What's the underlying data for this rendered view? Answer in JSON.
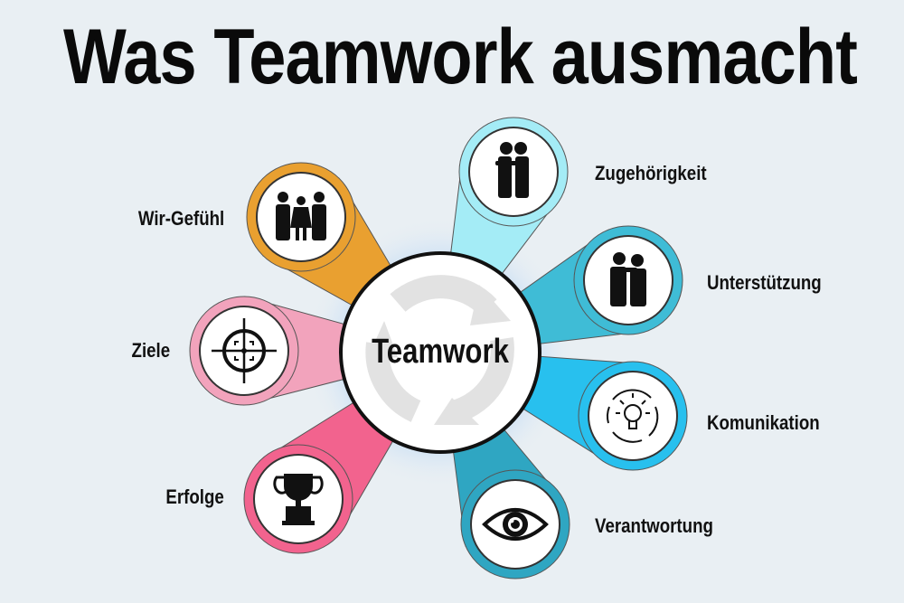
{
  "title": "Was Teamwork ausmacht",
  "center": {
    "label": "Teamwork",
    "icon": "recycle-arrows-icon"
  },
  "items": [
    {
      "label": "Wir-Gefühl",
      "icon": "group-people-icon",
      "color": "#E9A030"
    },
    {
      "label": "Ziele",
      "icon": "crosshair-target-icon",
      "color": "#F2A3BC"
    },
    {
      "label": "Erfolge",
      "icon": "trophy-icon",
      "color": "#F2638E"
    },
    {
      "label": "Zugehörigkeit",
      "icon": "hugging-people-icon",
      "color": "#A4ECF6"
    },
    {
      "label": "Unterstützung",
      "icon": "supporting-people-icon",
      "color": "#3FBCD6"
    },
    {
      "label": "Komunikation",
      "icon": "lightbulb-cycle-icon",
      "color": "#28C0EE"
    },
    {
      "label": "Verantwortung",
      "icon": "eye-icon",
      "color": "#2FA6C2"
    }
  ]
}
